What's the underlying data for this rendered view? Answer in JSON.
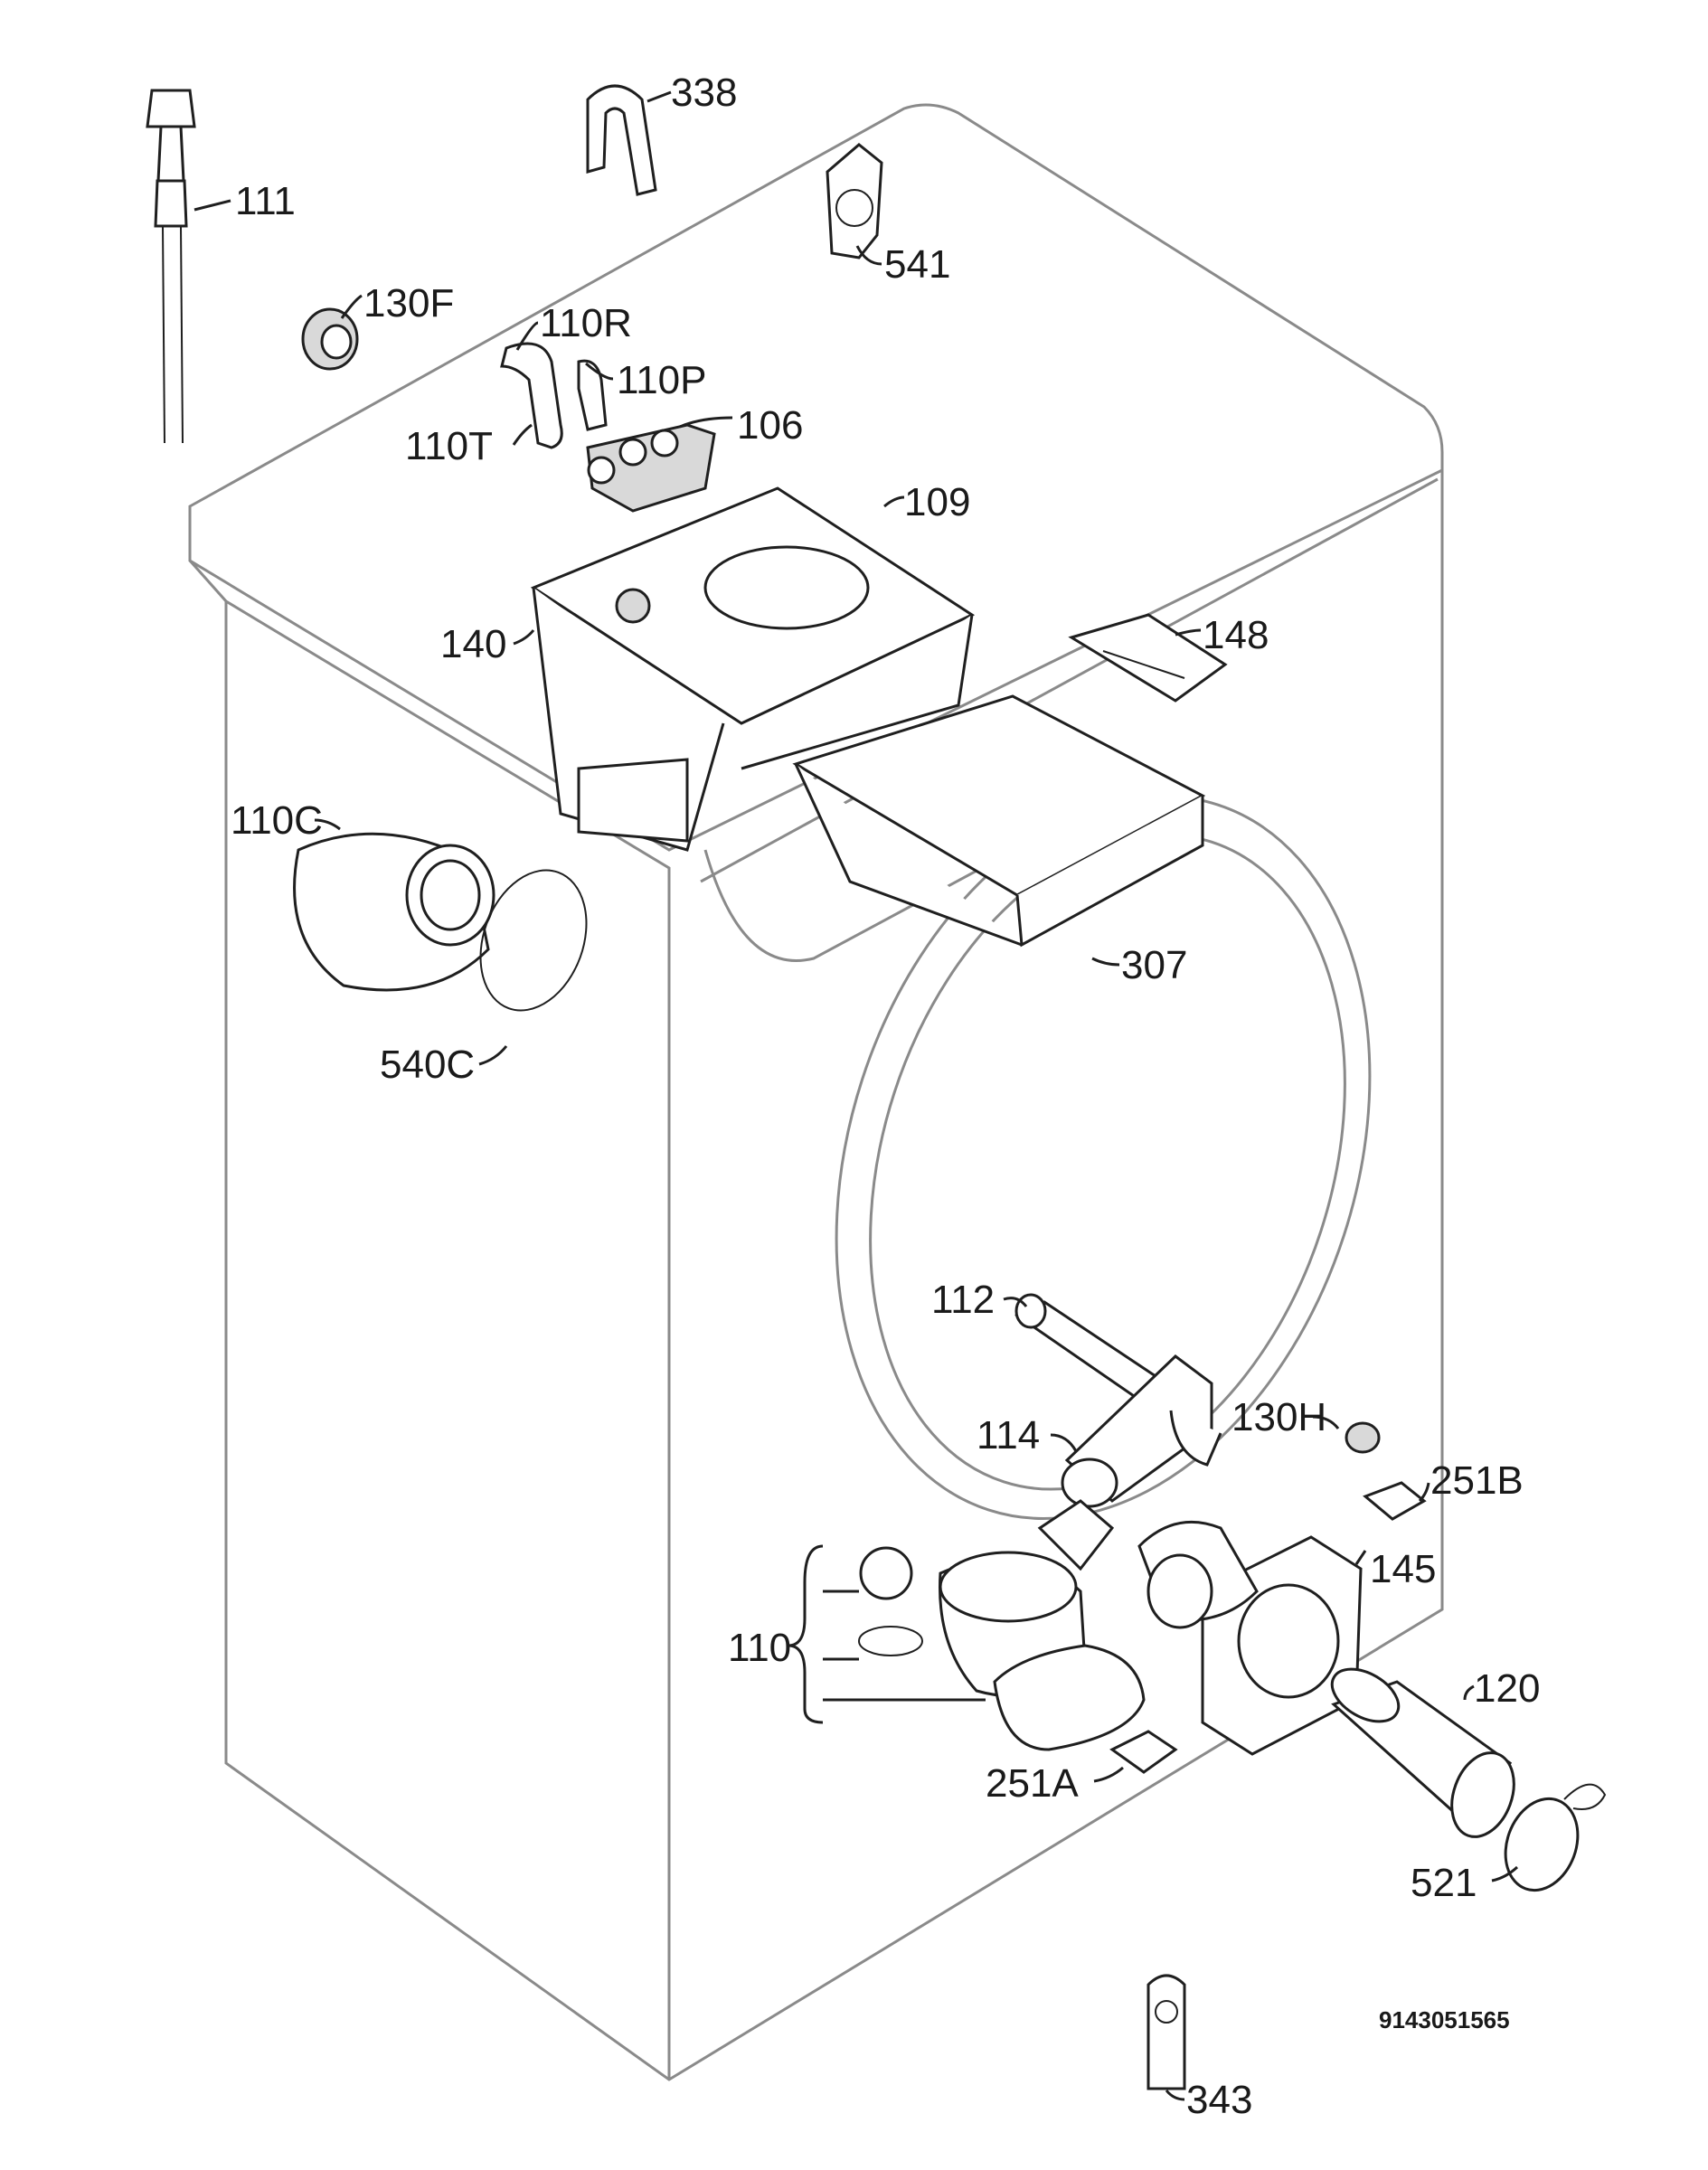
{
  "labels": {
    "l111": "111",
    "l338": "338",
    "l541": "541",
    "l130F": "130F",
    "l110R": "110R",
    "l110P": "110P",
    "l110T": "110T",
    "l106": "106",
    "l109": "109",
    "l140": "140",
    "l148": "148",
    "l110C": "110C",
    "l307": "307",
    "l540C": "540C",
    "l112": "112",
    "l114": "114",
    "l130H": "130H",
    "l251B": "251B",
    "l145": "145",
    "l110": "110",
    "l120": "120",
    "l251A": "251A",
    "l521": "521",
    "l343": "343"
  },
  "drawing_code": "9143051565"
}
